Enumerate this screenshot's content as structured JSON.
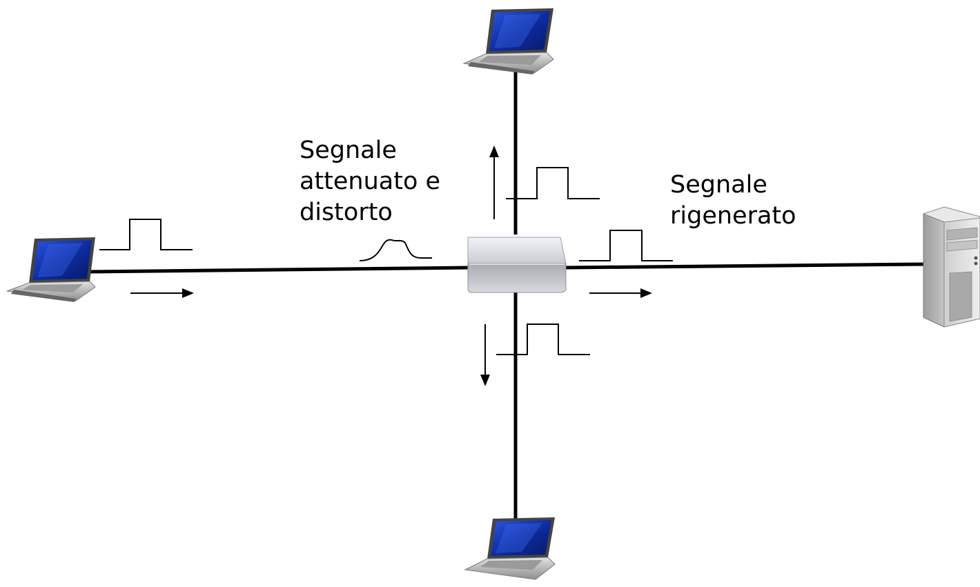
{
  "labels": {
    "attenuated_line1": "Segnale",
    "attenuated_line2": "attenuato e",
    "attenuated_line3": "distorto",
    "regenerated_line1": "Segnale",
    "regenerated_line2": "rigenerato"
  },
  "colors": {
    "cable": "#000000",
    "signal": "#000000",
    "laptop_screen": "#1d3fb8",
    "laptop_body": "#b9b9b9",
    "hub_body": "#c8cbcf",
    "server_body": "#d4d4d4"
  },
  "icons": {
    "left_laptop": "laptop-icon",
    "top_laptop": "laptop-icon",
    "bottom_laptop": "laptop-icon",
    "hub": "hub-icon",
    "server": "server-tower-icon"
  }
}
